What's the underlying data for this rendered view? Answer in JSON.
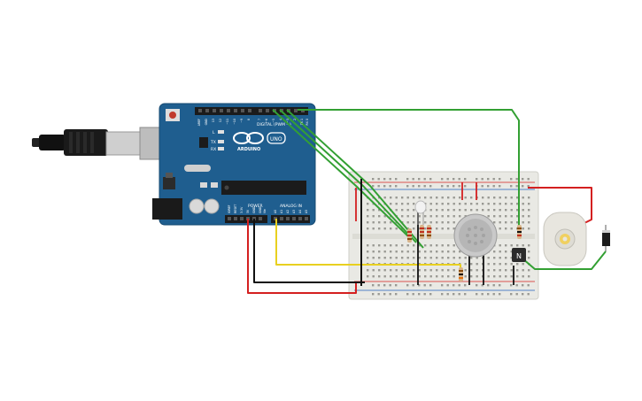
{
  "board": {
    "brand": "ARDUINO",
    "model": "UNO",
    "digital_header": "DIGITAL (PWM ~)",
    "analog_header": "ANALOG IN",
    "power_header": "POWER",
    "led_l": "L",
    "led_tx": "TX",
    "led_rx": "RX",
    "digital_pins": [
      "AREF",
      "GND",
      "13",
      "12",
      "~11",
      "~10",
      "~9",
      "8",
      "7",
      "~6",
      "~5",
      "4",
      "~3",
      "2",
      "TX 1",
      "RX 0"
    ],
    "power_pins": [
      "IOREF",
      "RESET",
      "3.3V",
      "5V",
      "GND",
      "GND",
      "Vin"
    ],
    "analog_pins": [
      "A0",
      "A1",
      "A2",
      "A3",
      "A4",
      "A5"
    ]
  },
  "components": {
    "transistor_label": "N"
  },
  "colors": {
    "board": "#1f5e8f",
    "breadboard": "#e9e9e4",
    "wire_green": "#33a033",
    "wire_red": "#d42020",
    "wire_black": "#111111",
    "wire_yellow": "#e8d020",
    "motor_body": "#e8e6df",
    "motor_gear": "#f0d060"
  }
}
